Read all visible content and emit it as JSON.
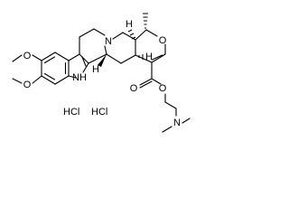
{
  "molecule": {
    "atom_labels": {
      "o_methoxy_top": "O",
      "o_methoxy_bottom": "O",
      "nh_indole": "NH",
      "n_ring": "N",
      "o_pyran": "O",
      "o_carbonyl": "O",
      "o_ester": "O",
      "n_dimethylamino": "N"
    },
    "salts": {
      "hcl_1": "HCl",
      "hcl_2": "HCl"
    },
    "stereo_labels": {
      "h_top": "H",
      "h_right": "H",
      "h_bottom": "H"
    }
  }
}
